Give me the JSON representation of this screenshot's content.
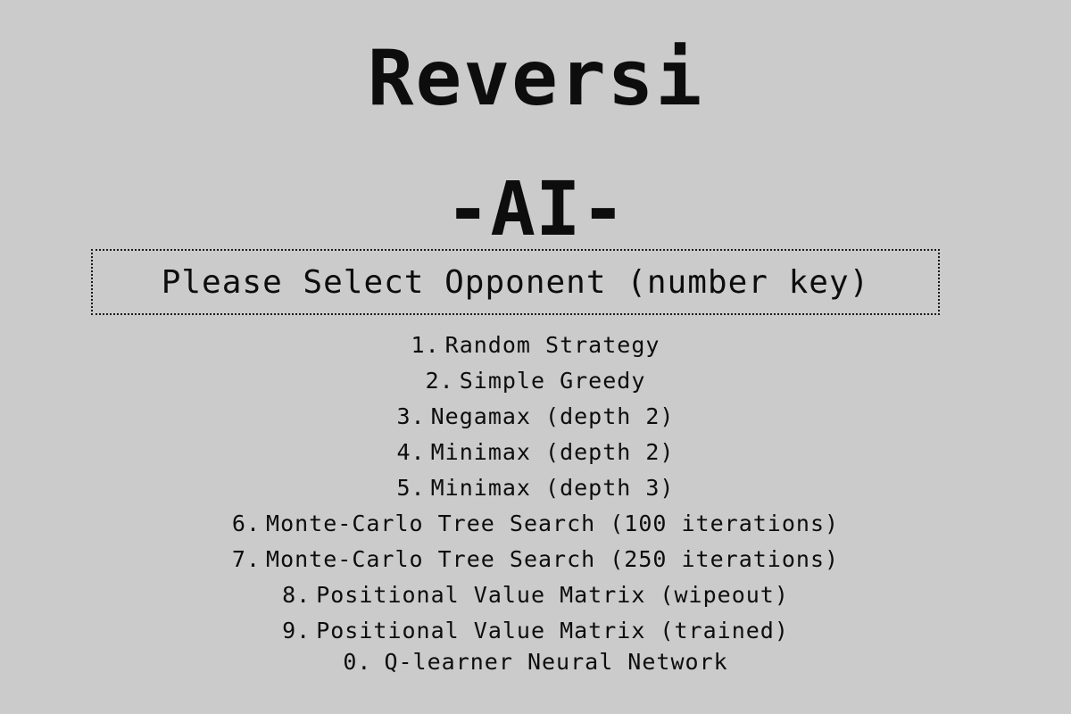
{
  "title": {
    "main": "Reversi",
    "sub": "-AI-"
  },
  "prompt": {
    "text": "Please Select Opponent (number key)"
  },
  "options": [
    {
      "key": "1.",
      "label": "Random Strategy"
    },
    {
      "key": "2.",
      "label": "Simple Greedy"
    },
    {
      "key": "3.",
      "label": "Negamax (depth 2)"
    },
    {
      "key": "4.",
      "label": "Minimax (depth 2)"
    },
    {
      "key": "5.",
      "label": "Minimax (depth 3)"
    },
    {
      "key": "6.",
      "label": "Monte-Carlo Tree Search (100 iterations)"
    },
    {
      "key": "7.",
      "label": "Monte-Carlo Tree Search (250 iterations)"
    },
    {
      "key": "8.",
      "label": "Positional Value Matrix (wipeout)"
    },
    {
      "key": "9.",
      "label": "Positional Value Matrix (trained)"
    },
    {
      "key": "0.",
      "label": "Q-learner Neural Network"
    }
  ]
}
